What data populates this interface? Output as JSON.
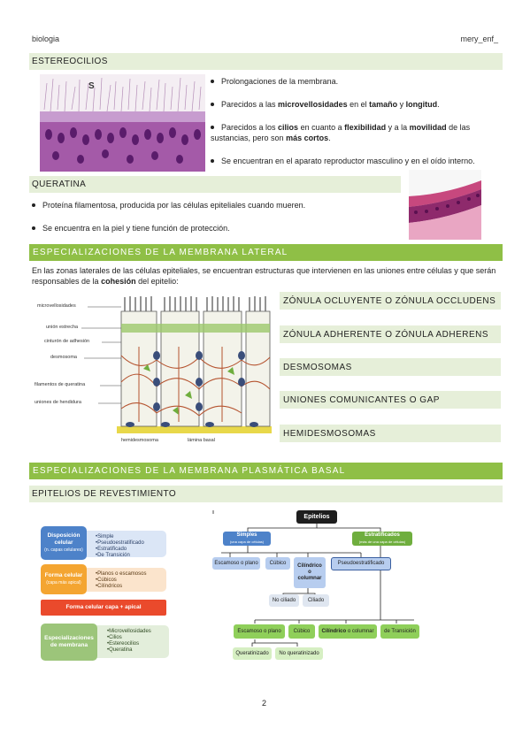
{
  "header": {
    "left": "biologia",
    "right": "mery_enf_"
  },
  "estereocilios": {
    "title": "ESTEREOCILIOS",
    "image_letter": "S",
    "bullets": [
      [
        {
          "t": "Prolongaciones de la membrana."
        }
      ],
      [
        {
          "t": "Parecidos a las "
        },
        {
          "t": "microvellosidades",
          "b": true
        },
        {
          "t": " en el "
        },
        {
          "t": "tamaño",
          "b": true
        },
        {
          "t": " y "
        },
        {
          "t": "longitud",
          "b": true
        },
        {
          "t": "."
        }
      ],
      [
        {
          "t": "Parecidos a los "
        },
        {
          "t": "cilios",
          "b": true
        },
        {
          "t": " en cuanto a "
        },
        {
          "t": "flexibilidad",
          "b": true
        },
        {
          "t": " y a la "
        },
        {
          "t": "movilidad",
          "b": true
        },
        {
          "t": " de las sustancias, pero son "
        },
        {
          "t": "más cortos",
          "b": true
        },
        {
          "t": "."
        }
      ],
      [
        {
          "t": "Se encuentran en el aparato reproductor masculino y en el oído interno."
        }
      ]
    ]
  },
  "queratina": {
    "title": "QUERATINA",
    "bullets": [
      "Proteína filamentosa, producida por las células epiteliales cuando mueren.",
      "Se encuentra en la piel y tiene función de protección."
    ]
  },
  "lateral": {
    "title": "ESPECIALIZACIONES DE LA MEMBRANA LATERAL",
    "intro_parts": [
      {
        "t": "En las zonas laterales de las células epiteliales, se encuentran estructuras que intervienen en las uniones entre células y que serán responsables de la "
      },
      {
        "t": "cohesión",
        "b": true
      },
      {
        "t": " del epitelio:"
      }
    ],
    "diagram_labels": [
      "microvellosidades",
      "unión estrecha",
      "cinturón de adhesión",
      "desmosoma",
      "filamentos de queratina",
      "uniones de hendidura"
    ],
    "diagram_bottom": [
      "hemidesmosoma",
      "lámina basal"
    ],
    "list": [
      "ZÓNULA OCLUYENTE O ZÓNULA OCCLUDENS",
      "ZÓNULA ADHERENTE O ZÓNULA ADHERENS",
      "DESMOSOMAS",
      "UNIONES COMUNICANTES O GAP",
      "HEMIDESMOSOMAS"
    ]
  },
  "basal": {
    "title": "ESPECIALIZACIONES DE LA MEMBRANA PLASMÁTICA BASAL",
    "subtitle": "EPITELIOS DE REVESTIMIENTO"
  },
  "classification": {
    "disposicion": {
      "label": "Disposición celular",
      "sub": "(n. capas celulares)",
      "items": [
        "•Simple",
        "•Pseudoestratificado",
        "•Estratificado",
        "•De Transición"
      ]
    },
    "forma": {
      "label": "Forma celular",
      "sub": "(capa más apical)",
      "items": [
        "•Planos o escamosos",
        "•Cúbicos",
        "•Cilíndricos"
      ]
    },
    "forma_bar": "Forma celular capa + apical",
    "especializaciones": {
      "label": "Especializaciones de membrana",
      "items": [
        "•Microvellosidades",
        "•Cilios",
        "•Estereocilios",
        "•Queratina"
      ]
    }
  },
  "tree": {
    "root": "Epitelios",
    "simples": "Simples",
    "simples_sub": "(una capa de células)",
    "estratificados": "Estratificados",
    "estratificados_sub": "(más de una capa de células)",
    "row2": [
      "Escamoso o plano",
      "Cúbico",
      "Cilíndrico o columnar",
      "Pseudoestratificado"
    ],
    "row3": [
      "No ciliado",
      "Ciliado"
    ],
    "row4": [
      "Escamoso o plano",
      "Cúbico",
      "Cilíndrico",
      "o columnar",
      "de Transición"
    ],
    "row5": [
      "Queratinizado",
      "No queratinizado"
    ]
  },
  "page_number": "2"
}
